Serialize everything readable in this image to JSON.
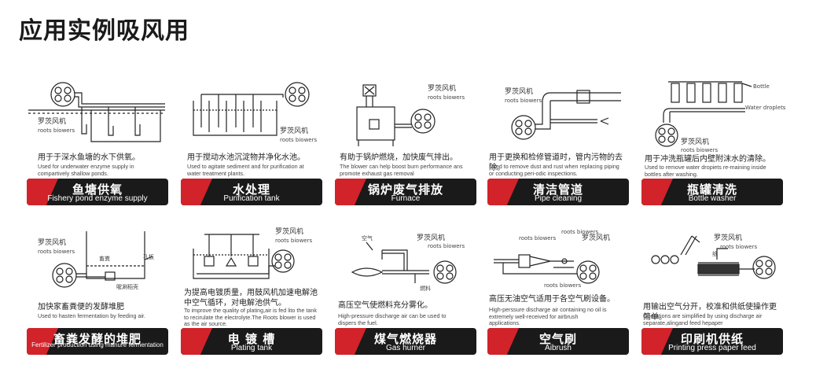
{
  "page_title": "应用实例吸风用",
  "cards": [
    {
      "labels": [
        "罗茨风机",
        "roots biowers"
      ],
      "desc_cn": "用于于深水鱼塘的水下供氧。",
      "desc_en": "Used for underwater enzyme supply in compartively shallow ponds.",
      "title_cn": "鱼塘供氧",
      "title_en": "Fishery pond enzyme supply"
    },
    {
      "labels": [
        "罗茨风机",
        "roots biowers"
      ],
      "desc_cn": "用于搅动水池沉淀物并净化水池。",
      "desc_en": "Used to agitate sediment and for purification at water treatment plants.",
      "title_cn": "水处理",
      "title_en": "Purification tank"
    },
    {
      "labels": [
        "罗茨风机",
        "roots biowers"
      ],
      "desc_cn": "有助于锅炉燃烧，加快废气排出。",
      "desc_en": "The blower can help boost burn performance ans promote exhaust gas removal",
      "title_cn": "锅炉废气排放",
      "title_en": "Furnace"
    },
    {
      "labels": [
        "罗茨风机",
        "roots biowers"
      ],
      "desc_cn": "用于更换和检修管道时，管内污物的去除。",
      "desc_en": "Used to remove dust and rust when replacing piping or conducting peri-odic inspections.",
      "title_cn": "清洁管道",
      "title_en": "Pipe cleaning"
    },
    {
      "labels": [
        "Bottle",
        "Water droplets",
        "罗茨风机",
        "roots biowers"
      ],
      "desc_cn": "用于冲洗瓶罐后内壁附沫水的清除。",
      "desc_en": "Used to remove water dropiets re-maining inside bottles after washing.",
      "title_cn": "瓶罐清洗",
      "title_en": "Bottle washer"
    },
    {
      "labels": [
        "罗茨风机",
        "roots biowers",
        "畜粪",
        "孔板",
        "喔涮稻壳"
      ],
      "desc_cn": "加快家畜粪便的发酵堆肥",
      "desc_en": "Used to hasten fermentation by feeding air.",
      "title_cn": "畜粪发酵的堆肥",
      "title_en": "Fertilizer production using manure fermentation"
    },
    {
      "labels": [
        "罗茨风机",
        "roots biowers"
      ],
      "desc_cn": "为提高电镀质量，用鼓风机加速电解池中空气循环，对电解池供气。",
      "desc_en": "To improve the quality of plating,air is fed lito the tank to recirulate the electrolyte.The Roots blower is used as the air source.",
      "title_cn": "电 镀 槽",
      "title_en": "Plating tank"
    },
    {
      "labels": [
        "空气",
        "罗茨风机",
        "roots biowers",
        "燃料"
      ],
      "desc_cn": "高压空气使燃料充分雾化。",
      "desc_en": "High-pressure discharge air can be used to dispers the fuel.",
      "title_cn": "煤气燃烧器",
      "title_en": "Gas hurner"
    },
    {
      "labels": [
        "roots biowers",
        "roots biowers",
        "罗茨风机",
        "roots biowers"
      ],
      "desc_cn": "高压无油空气适用于各空气刷设备。",
      "desc_en": "High-perssure discharge air containing no oil is extremely well-received for airbrush applications.",
      "title_cn": "空气刷",
      "title_en": "Aibrush"
    },
    {
      "labels": [
        "罗茨风机",
        "roots biowers",
        "纸"
      ],
      "desc_cn": "用输出空气分开，校准和供纸使操作更简单。",
      "desc_en": "Operations are simplified by using discharge air separate,alingand feed hepaper",
      "title_cn": "印刷机供纸",
      "title_en": "Printing press paper feed"
    }
  ]
}
